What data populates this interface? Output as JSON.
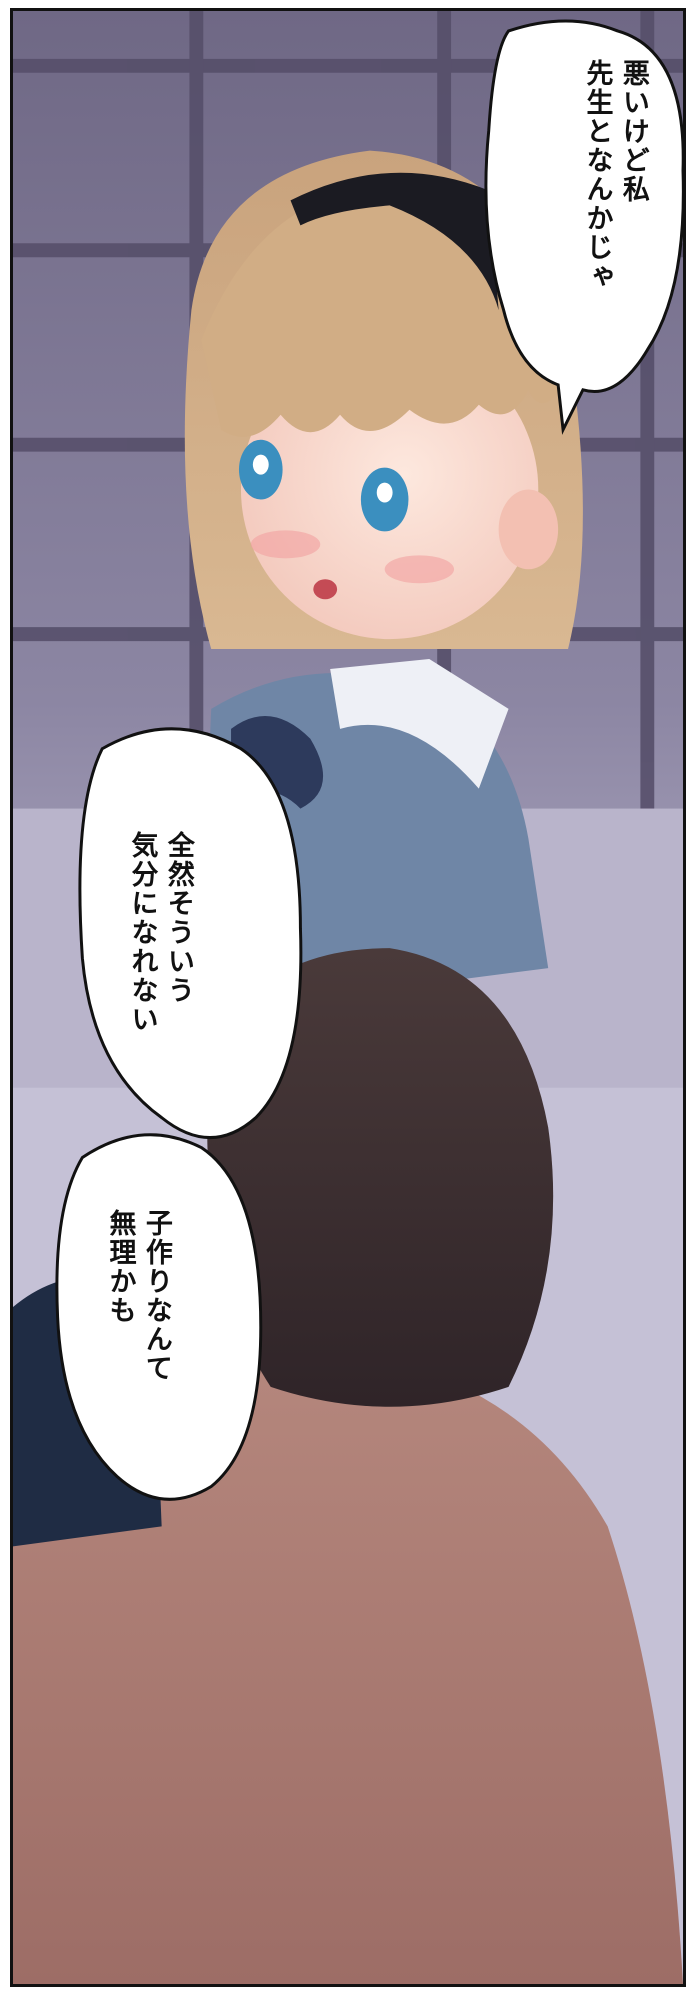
{
  "bubbles": [
    {
      "lines": "悪いけど私\n先生となんかじゃ"
    },
    {
      "lines": "全然そういう\n気分になれない"
    },
    {
      "lines": "子作りなんて\n無理かも"
    }
  ]
}
